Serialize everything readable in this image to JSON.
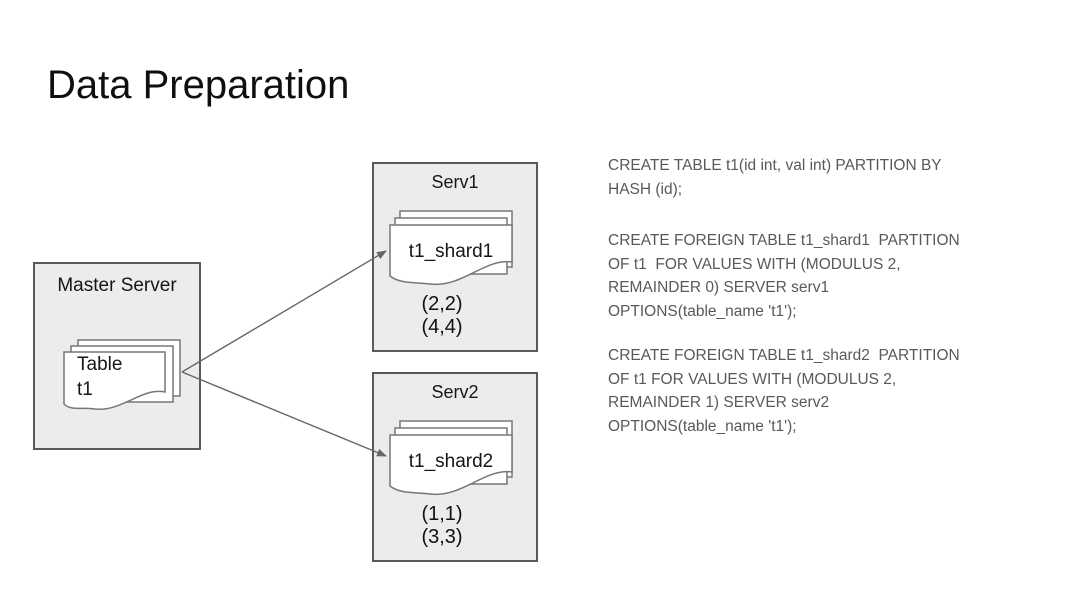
{
  "slide": {
    "title": "Data Preparation"
  },
  "diagram": {
    "master_server": {
      "label": "Master Server",
      "table": {
        "line1": "Table",
        "line2": "t1"
      }
    },
    "serv1": {
      "label": "Serv1",
      "shard": "t1_shard1",
      "rows": [
        "(2,2)",
        "(4,4)"
      ]
    },
    "serv2": {
      "label": "Serv2",
      "shard": "t1_shard2",
      "rows": [
        "(1,1)",
        "(3,3)"
      ]
    },
    "arrows": [
      {
        "from": "master-table-t1",
        "to": "serv1-shard1"
      },
      {
        "from": "master-table-t1",
        "to": "serv2-shard2"
      }
    ]
  },
  "sql": {
    "create_table": "CREATE TABLE t1(id int, val int) PARTITION BY\nHASH (id);",
    "create_shard1": "CREATE FOREIGN TABLE t1_shard1  PARTITION\nOF t1  FOR VALUES WITH (MODULUS 2,\nREMAINDER 0) SERVER serv1\nOPTIONS(table_name 't1');",
    "create_shard2": "CREATE FOREIGN TABLE t1_shard2  PARTITION\nOF t1 FOR VALUES WITH (MODULUS 2,\nREMAINDER 1) SERVER serv2\nOPTIONS(table_name 't1');"
  },
  "colors": {
    "background": "#ffffff",
    "box_fill": "#ececec",
    "box_border": "#595959",
    "document_fill": "#ffffff",
    "document_border": "#777777",
    "arrow": "#666666",
    "sql_text": "#595959",
    "title_text": "#0f0f0f"
  }
}
